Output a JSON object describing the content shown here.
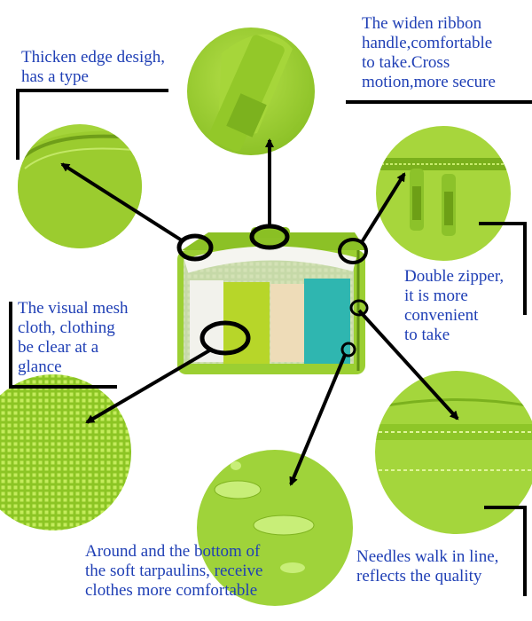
{
  "image": {
    "subject": "green-packing-cube-feature-infographic",
    "colors": {
      "text": "#1f3fb5",
      "bag_green": "#9ccd2e",
      "bag_green_dark": "#6fa31a",
      "line": "#000000"
    }
  },
  "callouts": {
    "edge": {
      "lines": [
        "Thicken edge desigh,",
        "has a type"
      ]
    },
    "handle": {
      "lines": [
        "The widen ribbon",
        "handle,comfortable",
        "to take.Cross",
        "motion,more secure"
      ]
    },
    "zipper": {
      "lines": [
        "Double zipper,",
        "it is more",
        "convenient",
        "to take"
      ]
    },
    "mesh": {
      "lines": [
        "The visual mesh",
        "cloth, clothing",
        "be clear at a",
        "glance"
      ]
    },
    "tarp": {
      "lines": [
        "Around and the bottom of",
        "the soft tarpaulins, receive",
        "clothes more comfortable"
      ]
    },
    "needles": {
      "lines": [
        "Needles walk in line,",
        "reflects the quality"
      ]
    }
  }
}
